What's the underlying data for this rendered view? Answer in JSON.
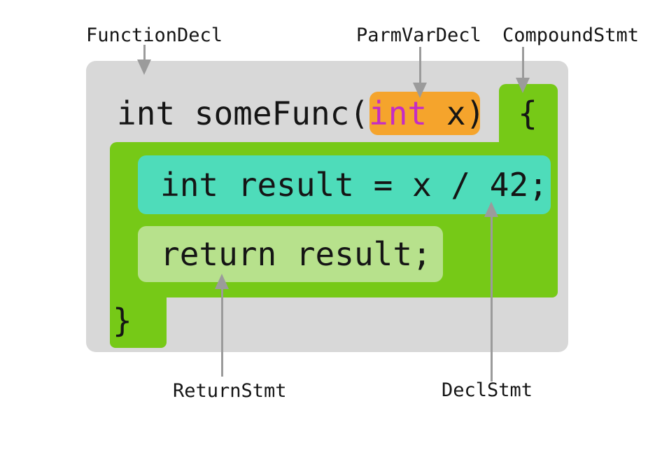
{
  "labels": {
    "function_decl": "FunctionDecl",
    "parm_var_decl": "ParmVarDecl",
    "compound_stmt": "CompoundStmt",
    "return_stmt": "ReturnStmt",
    "decl_stmt": "DeclStmt"
  },
  "code": {
    "func_signature_prefix": "int someFunc(",
    "param_type_keyword": "int",
    "param_name": " x",
    "close_paren": ")",
    "open_brace": "{",
    "decl_stmt": "int result = x / 42;",
    "return_stmt": "return result;",
    "close_brace": "}"
  },
  "colors": {
    "function_decl_region": "#d8d8d8",
    "compound_stmt_region": "#76c917",
    "decl_stmt_highlight": "#4edcba",
    "return_stmt_highlight": "#b7e18c",
    "parm_var_decl_highlight": "#f5a42c",
    "type_keyword_text": "#c52bc5",
    "code_text": "#151515",
    "arrow": "#9b9b9b"
  }
}
